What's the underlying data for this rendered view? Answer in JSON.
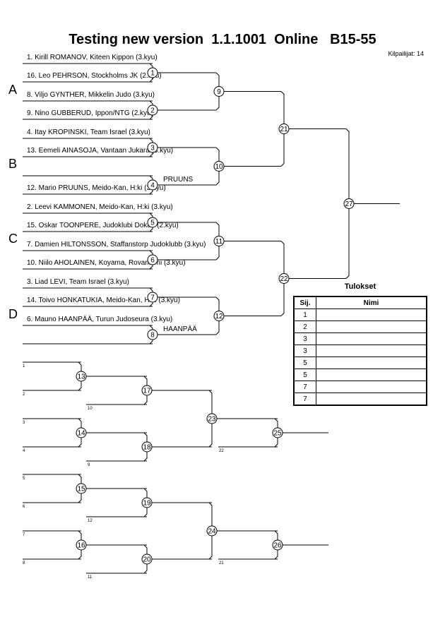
{
  "title": "Testing new version  1.1.1001  Online   B15-55",
  "participant_count": "Kilpailijat: 14",
  "pools": [
    "A",
    "B",
    "C",
    "D"
  ],
  "entries": [
    "1. Kirill ROMANOV, Kiteen Kippon (3.kyu)",
    "16. Leo PEHRSON, Stockholms JK (2.kyu)",
    "8. Viljo GYNTHER, Mikkelin Judo (3.kyu)",
    "9. Nino GUBBERUD, Ippon/NTG (2.kyu)",
    "4. Itay KROPINSKI, Team Israel (3.kyu)",
    "13. Eemeli AINASOJA, Vantaan Jukara (3.kyu)",
    "",
    "12. Mario PRUUNS, Meido-Kan, H:ki (3.kyu)",
    "2. Leevi KAMMONEN, Meido-Kan, H:ki (3.kyu)",
    "15. Oskar TOONPERE, Judoklubi Dokan (2.kyu)",
    "7. Damien HILTONSSON, Staffanstorp Judoklubb (3.kyu)",
    "10. Niilo AHOLAINEN, Koyama, Rovaniemi (3.kyu)",
    "3. Liad LEVI, Team Israel (3.kyu)",
    "14. Toivo HONKATUKIA, Meido-Kan, H:ki (3.kyu)",
    "6. Mauno HAANPÄÄ, Turun Judoseura (3.kyu)",
    ""
  ],
  "winner_labels": [
    "PRUUNS",
    "HAANPÄÄ"
  ],
  "main_matches": {
    "r1": [
      "1",
      "2",
      "3",
      "4",
      "5",
      "6",
      "7",
      "8"
    ],
    "r2": [
      "9",
      "10",
      "11",
      "12"
    ],
    "r3": [
      "21",
      "22"
    ],
    "final": "27"
  },
  "repechage": {
    "groups": [
      {
        "matches": [
          "13",
          "14",
          "17",
          "18",
          "23",
          "25"
        ],
        "slot_labels": [
          "1",
          "2",
          "3",
          "4"
        ],
        "side_labels": [
          "10",
          "9"
        ],
        "cross_label": "22"
      },
      {
        "matches": [
          "15",
          "16",
          "19",
          "20",
          "24",
          "26"
        ],
        "slot_labels": [
          "5",
          "6",
          "7",
          "8"
        ],
        "side_labels": [
          "12",
          "11"
        ],
        "cross_label": "21"
      }
    ]
  },
  "results": {
    "title": "Tulokset",
    "headers": [
      "Sij.",
      "Nimi"
    ],
    "places": [
      "1",
      "2",
      "3",
      "3",
      "5",
      "5",
      "7",
      "7"
    ]
  }
}
